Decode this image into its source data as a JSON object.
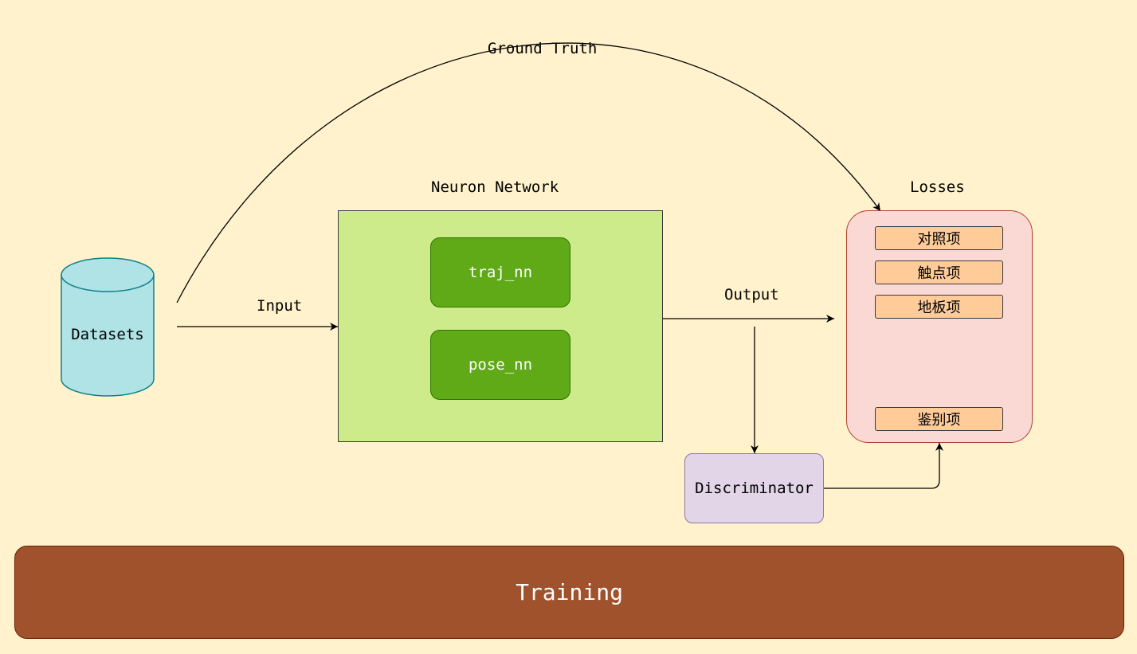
{
  "labels": {
    "ground_truth": "Ground Truth",
    "neuron_network": "Neuron Network",
    "losses": "Losses",
    "input": "Input",
    "output": "Output"
  },
  "nodes": {
    "datasets": "Datasets",
    "traj_nn": "traj_nn",
    "pose_nn": "pose_nn",
    "discriminator": "Discriminator",
    "training": "Training"
  },
  "loss_items": [
    "对照项",
    "触点项",
    "地板项",
    "鉴别项"
  ],
  "colors": {
    "background": "#fff2cc",
    "dataset_fill": "#b0e3e6",
    "dataset_stroke": "#0e8088",
    "nn_fill": "#cdeb8b",
    "sub_nn_fill": "#60a917",
    "losses_fill": "#fad9d5",
    "loss_item_fill": "#ffcc99",
    "discriminator_fill": "#e1d5e7",
    "training_fill": "#a0522d"
  }
}
